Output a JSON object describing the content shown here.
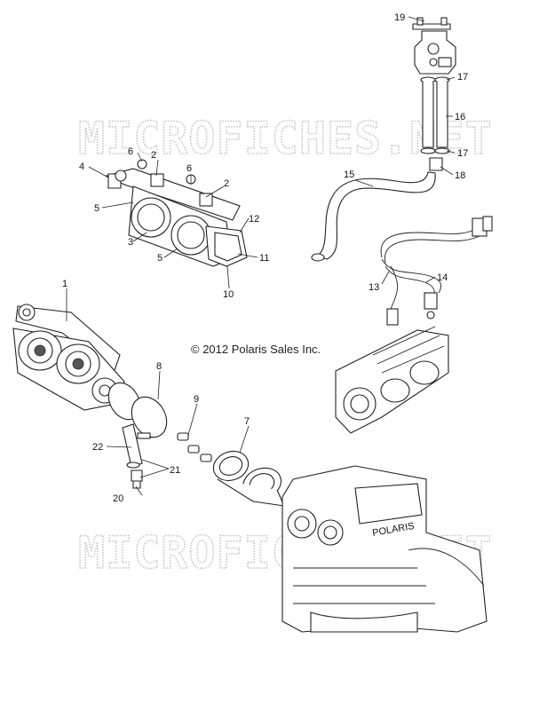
{
  "diagram": {
    "watermarks": [
      "MICROFICHES.NET",
      "MICROFICHES.NET"
    ],
    "copyright": "© 2012 Polaris Sales Inc.",
    "callouts": [
      "19",
      "17",
      "16",
      "17",
      "18",
      "15",
      "6",
      "2",
      "4",
      "6",
      "2",
      "5",
      "12",
      "3",
      "5",
      "11",
      "10",
      "13",
      "14",
      "1",
      "8",
      "9",
      "7",
      "22",
      "21",
      "20"
    ],
    "engine_badge": "POLARIS"
  }
}
